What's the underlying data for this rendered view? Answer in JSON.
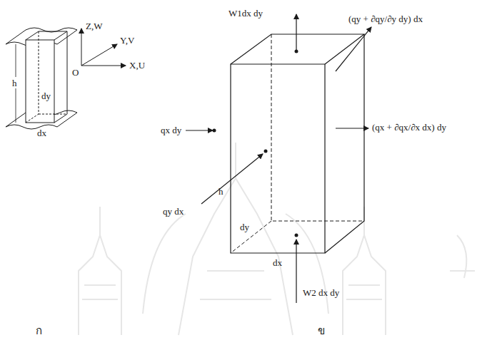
{
  "diagram": {
    "labels": [
      "h",
      "dy",
      "dx",
      "Z,W",
      "Y,V",
      "X,U",
      "O",
      "ก",
      "W1dx dy",
      "(qy + ∂qy/∂y dy) dx",
      "qx dy",
      "(qx + ∂qx/∂x dx) dy",
      "h",
      "qy dx",
      "dy",
      "dx",
      "W2 dx dy",
      "ข"
    ]
  }
}
